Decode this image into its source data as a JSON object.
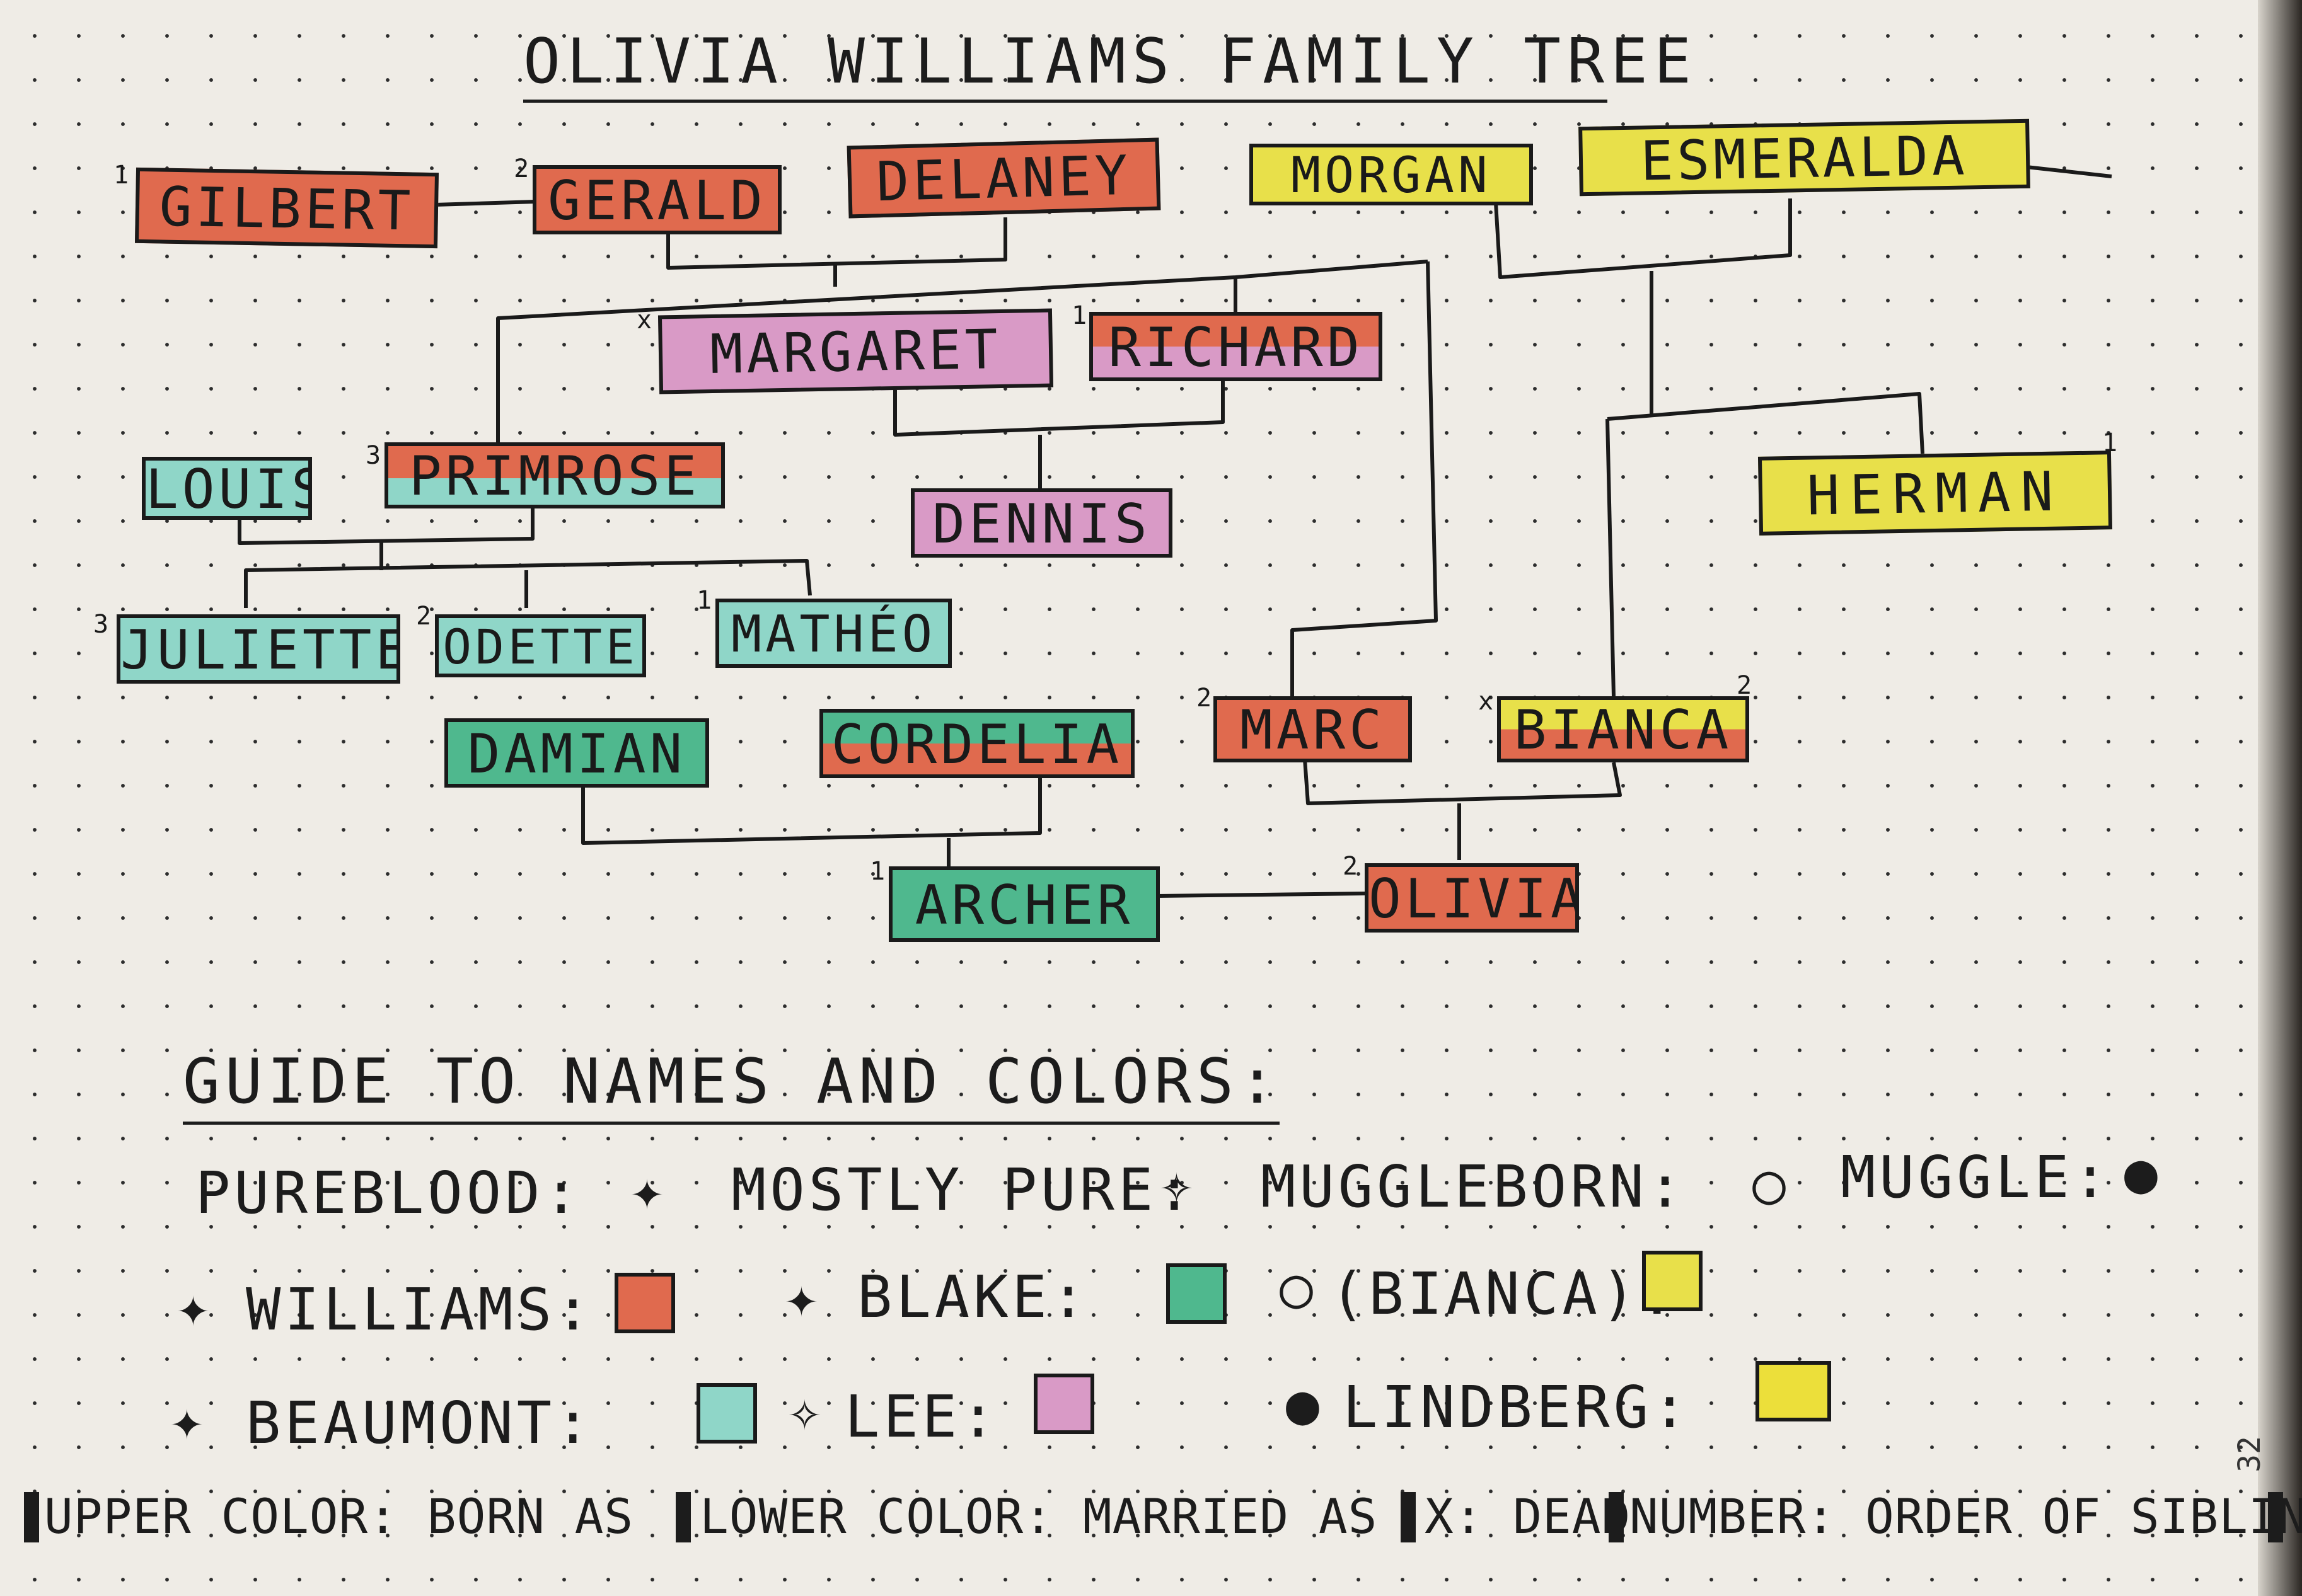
{
  "title": "OLIVIA WILLIAMS FAMILY TREE",
  "colors": {
    "williams": "#e06a4e",
    "blake": "#4fb88e",
    "bianca": "#e8e04a",
    "beaumont": "#8fd6c8",
    "lee": "#d99ac6",
    "lindberg": "#ecdf3a"
  },
  "nodes": {
    "gilbert": {
      "name": "GILBERT",
      "mark": "1"
    },
    "gerald": {
      "name": "GERALD",
      "mark": "2"
    },
    "delaney": {
      "name": "DELANEY",
      "mark": ""
    },
    "morgan": {
      "name": "MORGAN",
      "mark": ""
    },
    "esmeralda": {
      "name": "ESMERALDA",
      "mark": ""
    },
    "margaret": {
      "name": "MARGARET",
      "mark": "x"
    },
    "richard": {
      "name": "RICHARD",
      "mark": "1"
    },
    "louis": {
      "name": "LOUIS",
      "mark": ""
    },
    "primrose": {
      "name": "PRIMROSE",
      "mark": "3"
    },
    "dennis": {
      "name": "DENNIS",
      "mark": ""
    },
    "herman": {
      "name": "HERMAN",
      "mark": "1"
    },
    "juliette": {
      "name": "JULIETTE",
      "mark": "3"
    },
    "odette": {
      "name": "ODETTE",
      "mark": "2"
    },
    "matheo": {
      "name": "MATHÉO",
      "mark": "1"
    },
    "damian": {
      "name": "DAMIAN",
      "mark": ""
    },
    "cordelia": {
      "name": "CORDELIA",
      "mark": ""
    },
    "marc": {
      "name": "MARC",
      "mark": "2"
    },
    "bianca": {
      "name": "BIANCA",
      "mark_left": "x",
      "mark_right": "2"
    },
    "archer": {
      "name": "ARCHER",
      "mark": "1"
    },
    "olivia": {
      "name": "OLIVIA",
      "mark": "2"
    }
  },
  "guide": {
    "title": "GUIDE TO NAMES AND COLORS:",
    "pureblood": "PUREBLOOD:",
    "mostly_pure": "MOSTLY PURE:",
    "muggleborn": "MUGGLEBORN:",
    "muggle": "MUGGLE:",
    "williams": "WILLIAMS:",
    "blake": "BLAKE:",
    "bianca": "(BIANCA):",
    "beaumont": "BEAUMONT:",
    "lee": "LEE:",
    "lindberg": "LINDBERG:"
  },
  "symbols": {
    "pureblood": "✦",
    "mostly_pure": "✧",
    "muggleborn": "○",
    "muggle": "●"
  },
  "footer": {
    "upper": "UPPER COLOR: BORN AS",
    "lower": "LOWER COLOR: MARRIED AS",
    "dead": "X: DEAD",
    "number": "NUMBER: ORDER OF SIBLINGS"
  },
  "page_number": "32"
}
